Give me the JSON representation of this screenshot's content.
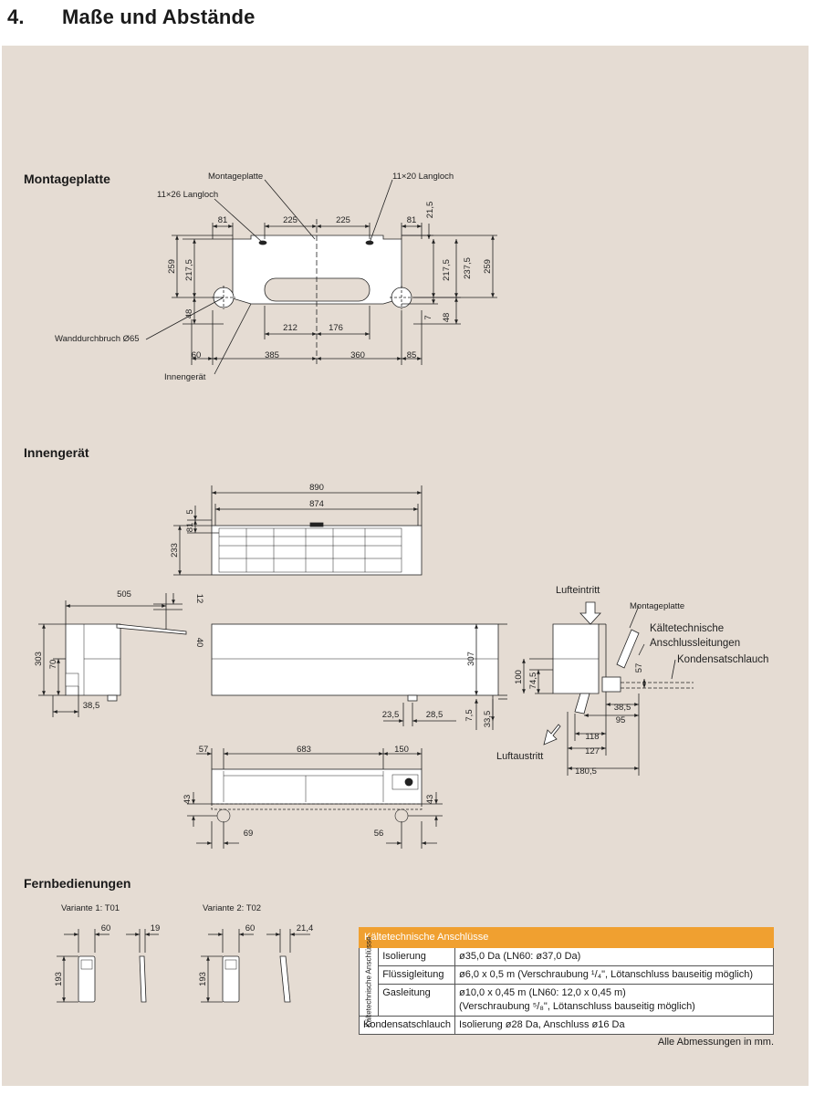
{
  "header": {
    "number": "4.",
    "title": "Maße und Abstände"
  },
  "sections": {
    "montageplatte": "Montageplatte",
    "innengeraet": "Innengerät",
    "fernbedienungen": "Fernbedienungen"
  },
  "montage": {
    "labels": {
      "montageplatte": "Montageplatte",
      "langloch_26": "11×26 Langloch",
      "langloch_20": "11×20 Langloch",
      "wanddurchbruch": "Wanddurchbruch Ø65",
      "innengeraet": "Innengerät"
    },
    "dims": {
      "d81a": "81",
      "d225a": "225",
      "d225b": "225",
      "d81b": "81",
      "d21_5": "21,5",
      "d259l": "259",
      "d217_5l": "217,5",
      "d48l": "48",
      "d217_5r": "217,5",
      "d237_5": "237,5",
      "d259r": "259",
      "d7": "7",
      "d48r": "48",
      "d212": "212",
      "d176": "176",
      "d60": "60",
      "d385": "385",
      "d360": "360",
      "d85": "85"
    }
  },
  "innen": {
    "dims": {
      "d890": "890",
      "d874": "874",
      "d5": "5",
      "d81": "81",
      "d233": "233",
      "d505": "505",
      "d12": "12",
      "d40": "40",
      "d303": "303",
      "d70": "70",
      "d38_5": "38,5",
      "d307": "307",
      "d23_5": "23,5",
      "d28_5": "28,5",
      "d7_5": "7,5",
      "d33_5": "33,5",
      "d57b": "57",
      "d683": "683",
      "d150": "150",
      "d43l": "43",
      "d43r": "43",
      "d69": "69",
      "d56": "56"
    },
    "side": {
      "lufteintritt": "Lufteintritt",
      "montageplatte": "Montageplatte",
      "kaelte": "Kältetechnische",
      "anschluss": "Anschlussleitungen",
      "kondensat": "Kondensatschlauch",
      "luftaustritt": "Luftaustritt",
      "d100": "100",
      "d74_5": "74,5",
      "d57": "57",
      "d38_5": "38,5",
      "d95": "95",
      "d118": "118",
      "d127": "127",
      "d180_5": "180,5"
    }
  },
  "fernbedienung": {
    "v1": {
      "label": "Variante 1: T01",
      "w": "60",
      "d": "19",
      "h": "193"
    },
    "v2": {
      "label": "Variante 2: T02",
      "w": "60",
      "d": "21,4",
      "h": "193"
    }
  },
  "table": {
    "title": "Kältetechnische Anschlüsse",
    "group_label": "Kältetechnische Anschlüsse",
    "rows": [
      {
        "name": "Isolierung",
        "value": "ø35,0 Da (LN60: ø37,0 Da)"
      },
      {
        "name": "Flüssigleitung",
        "value": "ø6,0 x 0,5 m (Verschraubung ¹/₄\", Lötanschluss bauseitig möglich)"
      },
      {
        "name": "Gasleitung",
        "value": "ø10,0 x 0,45 m (LN60: 12,0 x 0,45 m)",
        "value2": "(Verschraubung ⁵/₈\", Lötanschluss bauseitig möglich)"
      }
    ],
    "kondensat": {
      "name": "Kondensatschlauch",
      "value": "Isolierung ø28 Da, Anschluss ø16 Da"
    }
  },
  "note": "Alle Abmessungen in mm.",
  "colors": {
    "panel": "#e5dcd3",
    "table_header": "#f0a030",
    "unit_fill": "#ffffff",
    "line": "#222222"
  }
}
